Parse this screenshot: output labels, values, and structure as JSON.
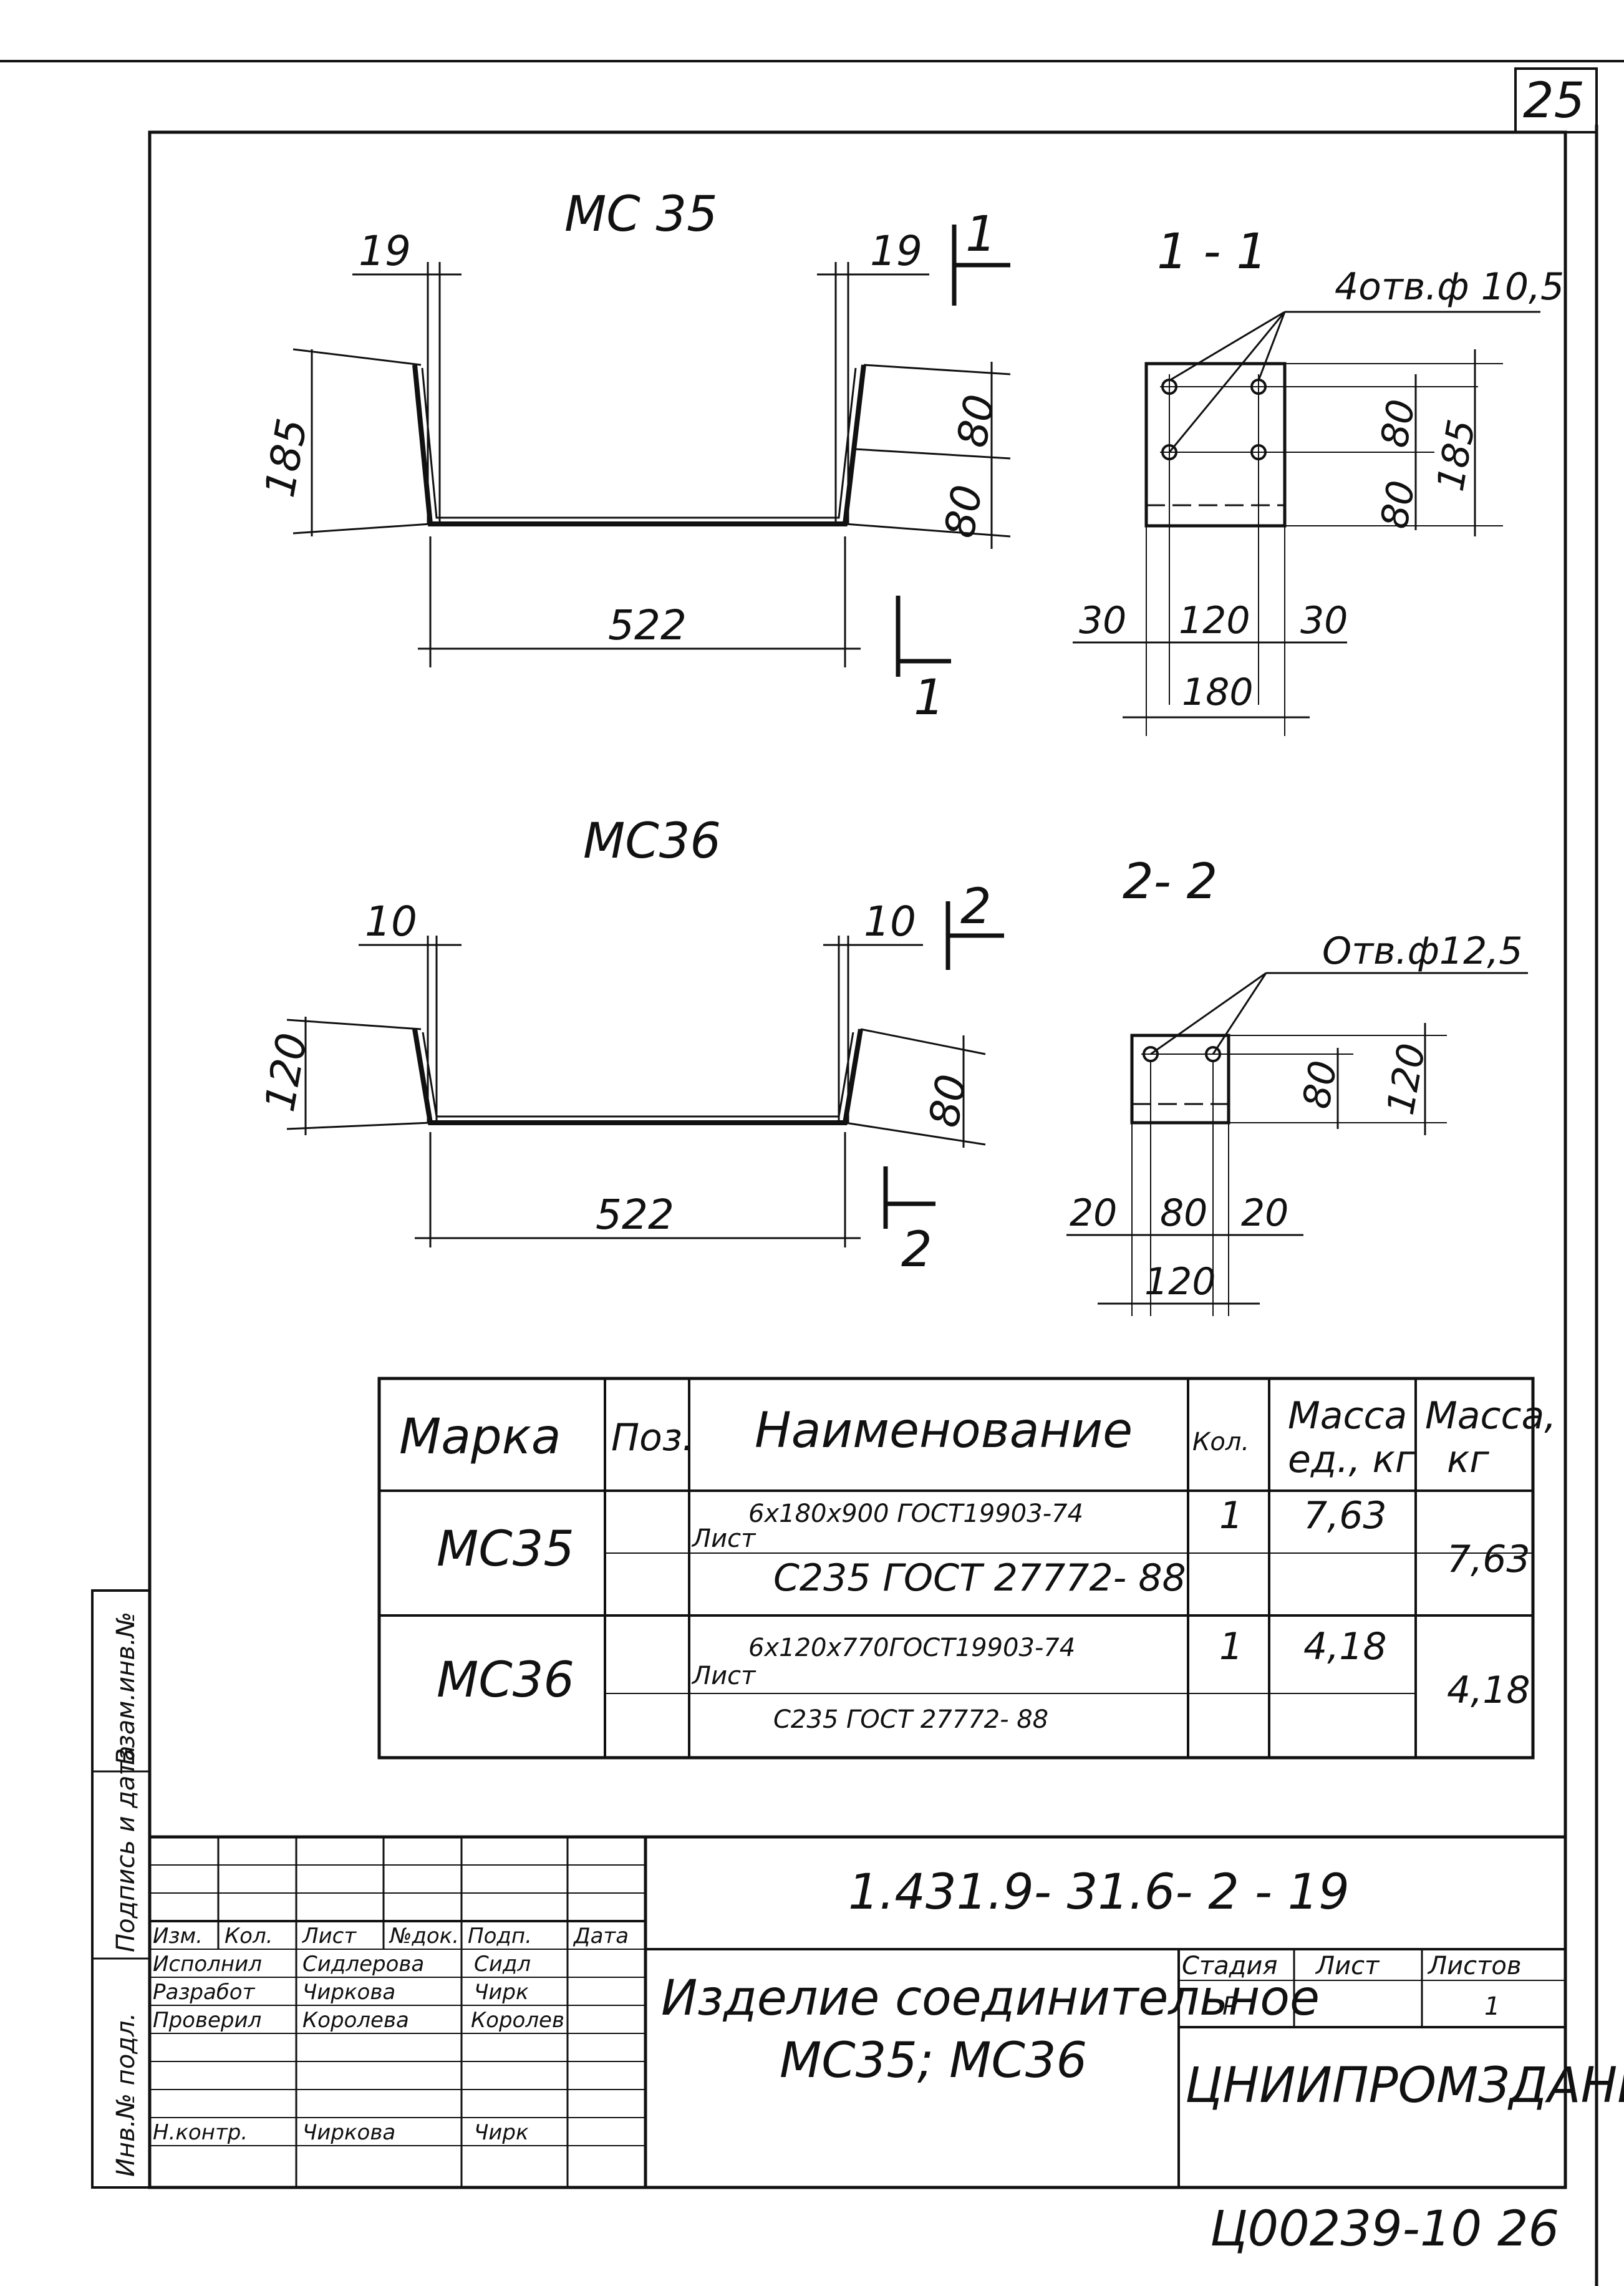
{
  "sheet_number": "25",
  "views": {
    "mc35": {
      "title": "МС 35",
      "dims": {
        "top_left": "19",
        "top_right": "19",
        "height": "185",
        "upper": "80",
        "lower": "80",
        "length": "522"
      },
      "section_mark": "1"
    },
    "section1": {
      "title": "1 - 1",
      "holes": "4отв.ф 10,5",
      "dims": {
        "side_left": "30",
        "middle": "120",
        "side_right": "30",
        "total": "180",
        "v1": "80",
        "v2": "80",
        "v_total": "185"
      }
    },
    "mc36": {
      "title": "МС36",
      "dims": {
        "top_left": "10",
        "top_right": "10",
        "height": "120",
        "upper": "80",
        "length": "522"
      },
      "section_mark": "2"
    },
    "section2": {
      "title": "2- 2",
      "holes": "Отв.ф12,5",
      "dims": {
        "side_left": "20",
        "middle": "80",
        "side_right": "20",
        "total": "120",
        "v1": "80",
        "v_total": "120"
      }
    }
  },
  "spec_table": {
    "headers": {
      "mark": "Марка",
      "pos": "Поз.",
      "name": "Наименование",
      "qty": "Кол.",
      "mass_unit_1": "Масса",
      "mass_unit_2": "ед., кг",
      "mass_1": "Масса,",
      "mass_2": "кг"
    },
    "rows": [
      {
        "mark": "МС35",
        "pos": "",
        "name_prefix": "Лист",
        "name_top": "6х180х900 ГОСТ19903-74",
        "name_bottom": "С235 ГОСТ 27772- 88",
        "qty": "1",
        "unit_mass": "7,63",
        "mass": "7,63"
      },
      {
        "mark": "МС36",
        "pos": "",
        "name_prefix": "Лист",
        "name_top": "6х120х770ГОСТ19903-74",
        "name_bottom": "С235 ГОСТ 27772- 88",
        "qty": "1",
        "unit_mass": "4,18",
        "mass": "4,18"
      }
    ]
  },
  "title_block": {
    "code": "1.431.9- 31.6- 2 - 19",
    "header_cells": [
      "Изм.",
      "Кол.",
      "Лист",
      "№док.",
      "Подп.",
      "Дата"
    ],
    "people": [
      {
        "role": "Исполнил",
        "name": "Сидлерова",
        "sign": "Сидл"
      },
      {
        "role": "Разработ",
        "name": "Чиркова",
        "sign": "Чирк"
      },
      {
        "role": "Проверил",
        "name": "Королева",
        "sign": "Королев"
      },
      {
        "role": "Н.контр.",
        "name": "Чиркова",
        "sign": "Чирк"
      }
    ],
    "title_line1": "Изделие соединительное",
    "title_line2": "МС35; МС36",
    "stage_label": "Стадия",
    "sheet_label": "Лист",
    "sheets_label": "Листов",
    "stage": "Р",
    "sheet": "",
    "sheets": "1",
    "organization": "ЦНИИПРОМЗДАНИЙ"
  },
  "side_labels": {
    "inv": "Инв.№ подл.",
    "signature": "Подпись и дата",
    "replace": "Взам.инв.№"
  },
  "footer_number": "Ц00239-10   26"
}
